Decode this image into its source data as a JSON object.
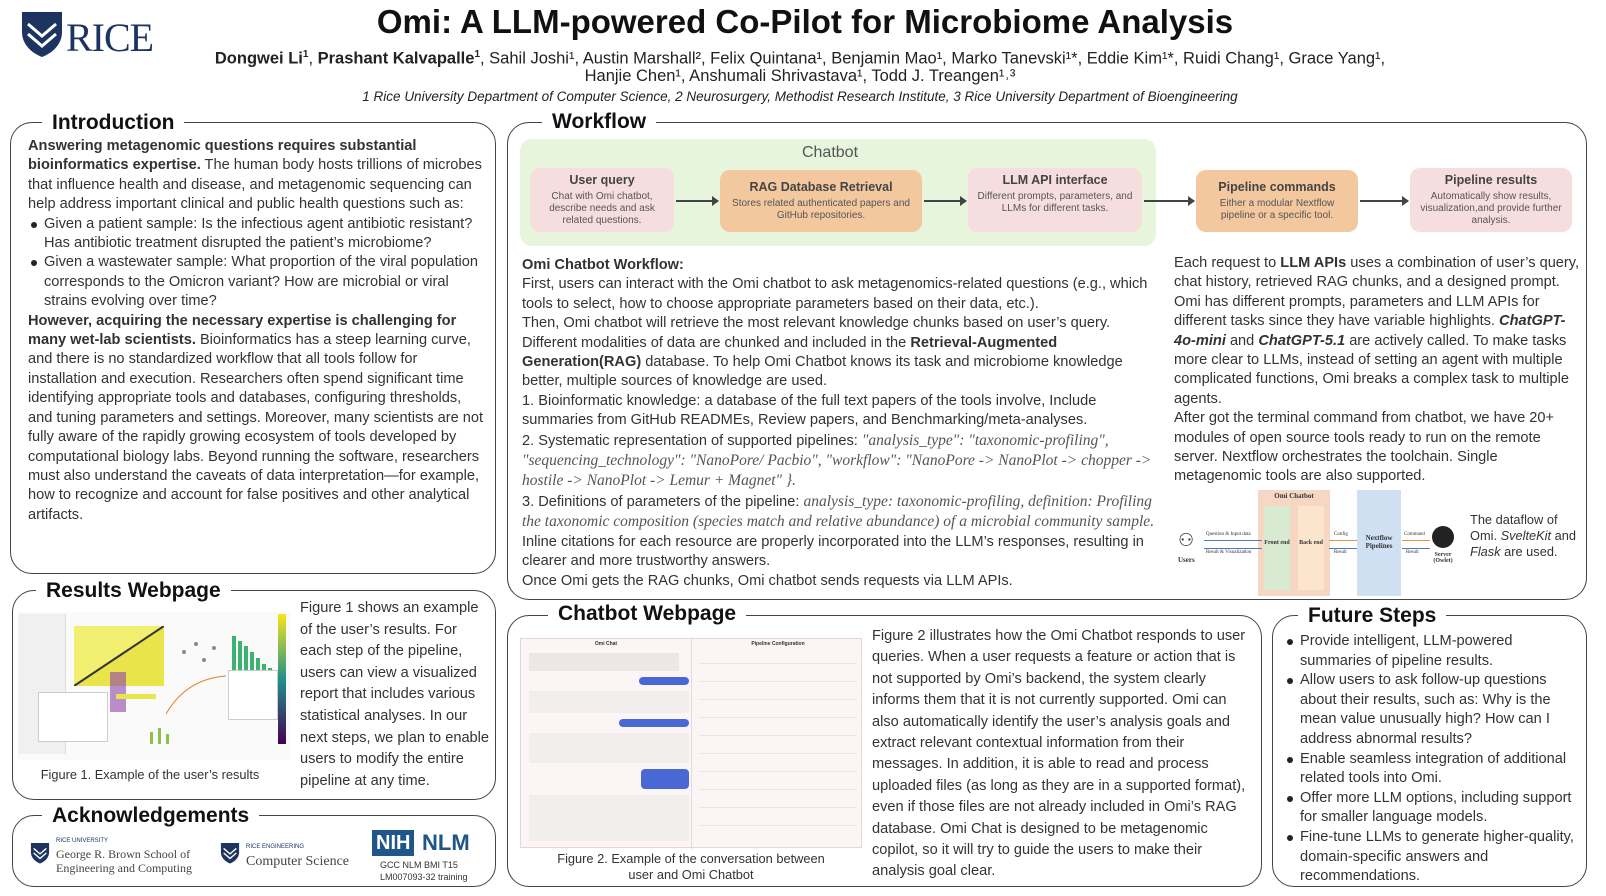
{
  "header": {
    "logo": "RICE",
    "title": "Omi: A LLM-powered Co-Pilot for Microbiome Analysis",
    "authors_line1_bold": "Dongwei Li",
    "authors_line1_bold_sup": "1",
    "authors_line1_bold2": "Prashant Kalvapalle",
    "authors_line1_bold2_sup": "1",
    "authors_line1_rest": ", Sahil Joshi¹, Austin Marshall², Felix Quintana¹, Benjamin Mao¹, Marko Tanevski¹*, Eddie Kim¹*, Ruidi Chang¹, Grace Yang¹,",
    "authors_line2": "Hanjie Chen¹, Anshumali Shrivastava¹, Todd J. Treangen¹˒³",
    "affiliations": "1 Rice University Department of Computer Science, 2 Neurosurgery, Methodist Research Institute, 3 Rice University Department of Bioengineering"
  },
  "intro": {
    "title": "Introduction",
    "p1_bold": "Answering metagenomic questions requires substantial bioinformatics expertise.",
    "p1_rest": " The human body hosts trillions of microbes that influence health and disease, and metagenomic sequencing can help address important clinical and public health questions such as:",
    "bullets": [
      "Given a patient sample: Is the infectious agent antibiotic resistant? Has antibiotic treatment disrupted the patient’s microbiome?",
      "Given a wastewater sample: What proportion of the viral population corresponds to the Omicron variant? How are microbial or viral strains evolving over time?"
    ],
    "p2_bold": "However, acquiring the necessary expertise is challenging for many wet-lab scientists.",
    "p2_rest": " Bioinformatics has a steep learning curve, and there is no standardized workflow that all tools follow for installation and execution. Researchers often spend significant time identifying appropriate tools and databases, configuring thresholds, and tuning parameters and settings. Moreover, many scientists are not fully aware of the rapidly growing ecosystem of tools developed by computational biology labs. Beyond running the software, researchers must also understand the caveats of data interpretation—for example, how to recognize and account for false positives and other analytical artifacts."
  },
  "results": {
    "title": "Results Webpage",
    "text": "Figure 1 shows an example of the user’s results. For each step of the pipeline, users can view a visualized report that includes various statistical analyses. In our next steps, we plan to enable users to modify the entire pipeline at any time.",
    "caption": "Figure 1. Example of the user’s results"
  },
  "ack": {
    "title": "Acknowledgements",
    "logo1_small": "RICE UNIVERSITY",
    "logo1_line1": "George R. Brown School of",
    "logo1_line2": "Engineering and Computing",
    "logo2_small": "RICE ENGINEERING",
    "logo2_line1": "Computer Science",
    "nih": "NIH",
    "nlm": "NLM",
    "grant_line1": "GCC NLM BMI T15",
    "grant_line2": "LM007093-32 training"
  },
  "workflow": {
    "title": "Workflow",
    "chatbot_label": "Chatbot",
    "boxes": [
      {
        "title": "User query",
        "desc": "Chat with Omi chatbot, describe needs and ask related questions."
      },
      {
        "title": "RAG Database Retrieval",
        "desc": "Stores related authenticated papers and GitHub repositories."
      },
      {
        "title": "LLM API interface",
        "desc": "Different prompts, parameters, and LLMs for different tasks."
      },
      {
        "title": "Pipeline commands",
        "desc": "Either a modular Nextflow pipeline or a specific tool."
      },
      {
        "title": "Pipeline results",
        "desc": "Automatically show results, visualization,and provide further analysis."
      }
    ],
    "left_heading": "Omi Chatbot Workflow:",
    "left_p1": "First, users can interact with the Omi chatbot to ask metagenomics-related questions (e.g., which tools to select, how to choose appropriate parameters based on their data, etc.).",
    "left_p2a": "Then, Omi chatbot will retrieve the most relevant knowledge chunks based on user’s query. Different modalities of data are chunked and included in the ",
    "left_p2b": "Retrieval-Augmented Generation(RAG)",
    "left_p2c": " database. To help Omi Chatbot knows its task and microbiome knowledge better, multiple sources of knowledge are used.",
    "left_p3": "1. Bioinformatic knowledge: a database of the full text papers of the tools involve, Include summaries from GitHub READMEs, Review papers, and Benchmarking/meta-analyses.",
    "left_p4a": "2. Systematic representation of supported pipelines: ",
    "left_p4b": "\"analysis_type\": \"taxonomic-profiling\", \"sequencing_technology\": \"NanoPore/ Pacbio\", \"workflow\": \"NanoPore -> NanoPlot -> chopper -> hostile -> NanoPlot -> Lemur + Magnet\" }.",
    "left_p5a": "3. Definitions of parameters of the pipeline: ",
    "left_p5b": "analysis_type: taxonomic-profiling, definition: Profiling the taxonomic composition (species match and relative abundance) of a microbial community sample.",
    "left_p5c": " Inline citations for each resource are properly incorporated into the LLM’s responses, resulting in clearer and more trustworthy answers.",
    "left_p6": "Once Omi gets the RAG chunks, Omi chatbot sends requests via LLM APIs.",
    "right_p1a": "Each request to ",
    "right_p1b": "LLM APIs",
    "right_p1c": " uses a combination of user’s query, chat history, retrieved RAG chunks, and a designed prompt. Omi has different prompts, parameters and LLM APIs for different tasks since they have variable highlights. ",
    "right_p1d": "ChatGPT-4o-mini",
    "right_p1e": " and ",
    "right_p1f": "ChatGPT-5.1",
    "right_p1g": " are actively called. To make tasks more clear to LLMs, instead of setting an agent with multiple  complicated functions, Omi breaks a complex task to multiple agents.",
    "right_p2": "After got the terminal command from chatbot, we have 20+ modules of open source tools ready to run on the remote server. Nextflow orchestrates the toolchain. Single metagenomic tools are also supported.",
    "df_caption_a": "The dataflow of Omi. ",
    "df_caption_b": "SvelteKit",
    "df_caption_c": " and ",
    "df_caption_d": "Flask",
    "df_caption_e": " are used.",
    "df_users": "Users",
    "df_omi": "Omi Chatbot",
    "df_front": "Front end",
    "df_back": "Back end",
    "df_nextflow": "Nextflow Pipelines",
    "df_server": "Server (Owlet)",
    "df_q": "Question & Input data",
    "df_r": "Result & Visualization",
    "df_config": "Config",
    "df_result": "Result",
    "df_command": "Command",
    "df_result2": "Result"
  },
  "chatbot_page": {
    "title": "Chatbot Webpage",
    "text": "Figure 2  illustrates how the Omi Chatbot responds to user queries. When a user requests a feature or action that is not supported by Omi’s backend, the system clearly informs them that it is not currently supported. Omi can also automatically identify the user’s analysis goals and extract relevant contextual information from their messages. In addition, it is able to read and process uploaded files (as long as they are in a supported format), even if those files are not already included in Omi’s RAG database. Omi Chat is designed to be metagenomic copilot, so it will try to guide the users to make their analysis goal clear.",
    "caption_line1": "Figure 2. Example of the conversation between",
    "caption_line2": "user and Omi Chatbot",
    "shot_left": "Omi Chat",
    "shot_right": "Pipeline Configuration"
  },
  "future": {
    "title": "Future Steps",
    "bullets": [
      "Provide intelligent, LLM-powered summaries of pipeline results.",
      "Allow users to ask follow-up questions about their results, such as: Why is the mean value unusually high? How can I address abnormal results?",
      "Enable seamless integration of additional related tools into Omi.",
      "Offer more LLM options, including support for smaller language models.",
      "Fine-tune LLMs to generate higher-quality, domain-specific answers and recommendations."
    ]
  },
  "colors": {
    "border": "#444444",
    "pink": "#f6dede",
    "orange": "#f3c89f",
    "chatbot_bg": "#e6f5dc"
  }
}
